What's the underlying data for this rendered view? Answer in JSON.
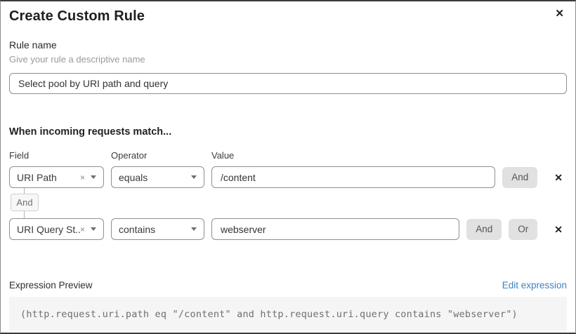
{
  "dialog": {
    "title": "Create Custom Rule",
    "close_icon": "✕"
  },
  "rule_name": {
    "label": "Rule name",
    "help": "Give your rule a descriptive name",
    "value": "Select pool by URI path and query"
  },
  "match": {
    "heading": "When incoming requests match...",
    "columns": {
      "field": "Field",
      "operator": "Operator",
      "value": "Value"
    },
    "connector_label": "And",
    "rows": [
      {
        "field": "URI Path",
        "operator": "equals",
        "value": "/content",
        "and_label": "And",
        "clear_icon": "×",
        "remove_icon": "✕"
      },
      {
        "field": "URI Query St...",
        "operator": "contains",
        "value": "webserver",
        "and_label": "And",
        "or_label": "Or",
        "clear_icon": "×",
        "remove_icon": "✕"
      }
    ]
  },
  "expression": {
    "label": "Expression Preview",
    "edit_link": "Edit expression",
    "code": "(http.request.uri.path eq \"/content\" and http.request.uri.query contains \"webserver\")"
  },
  "colors": {
    "link_blue": "#3b82c4",
    "button_gray": "#e1e1e2",
    "code_bg": "#f5f5f6",
    "border_dark": "#3b3b3b"
  }
}
